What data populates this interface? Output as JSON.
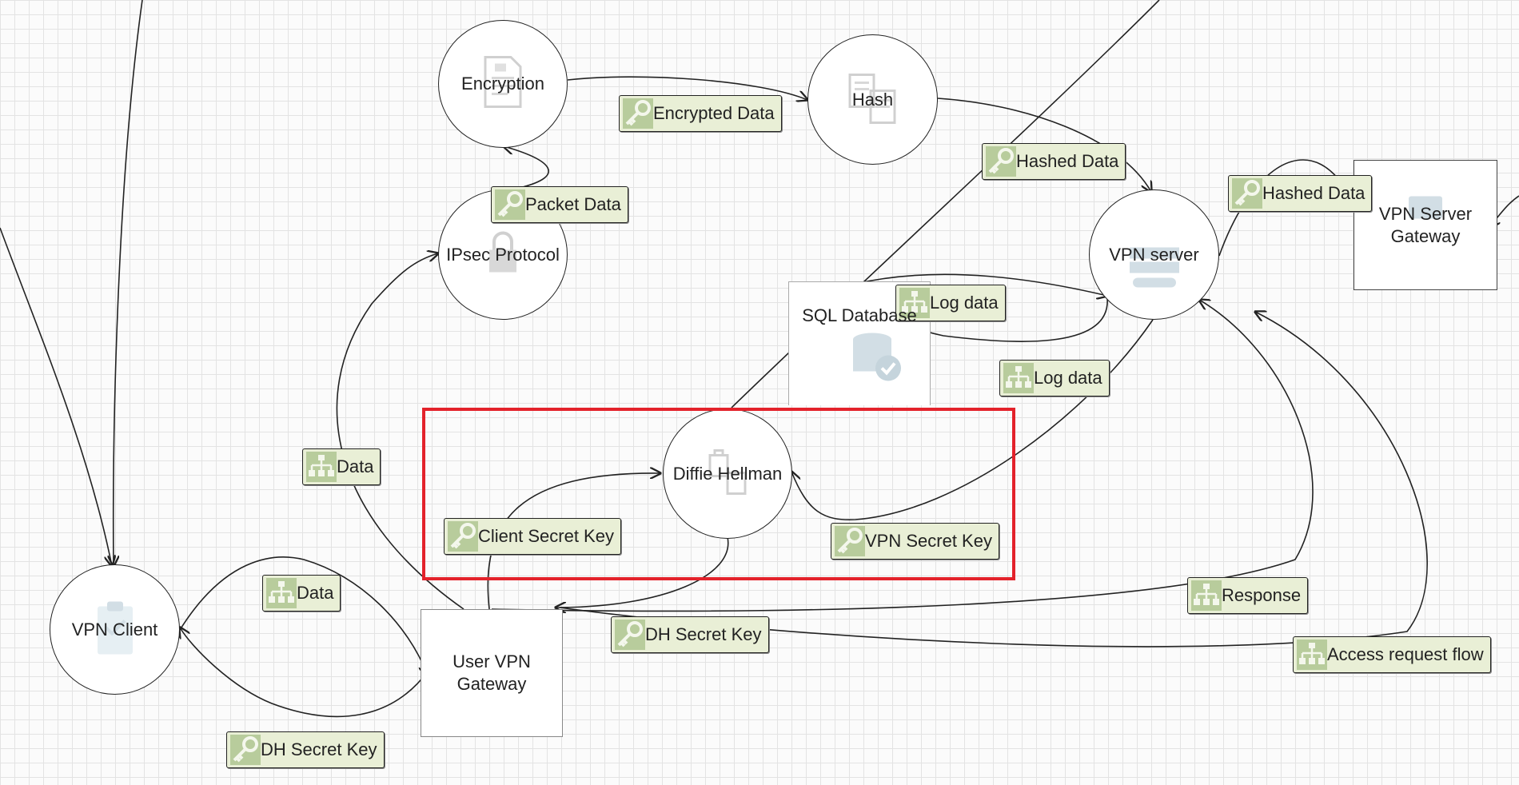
{
  "colors": {
    "boundary": "#e3222b",
    "flow_bg": "#e9efd6",
    "icon": "#9db8c6",
    "flow_icon": "#8fae6e"
  },
  "nodes": {
    "encryption": {
      "label": "Encryption",
      "icon": "document-lock-icon"
    },
    "hash": {
      "label": "Hash",
      "icon": "hash-document-icon"
    },
    "ipsec": {
      "label": "IPsec Protocol",
      "icon": "lock-icon"
    },
    "vpn_server": {
      "label": "VPN server",
      "icon": "server-icon"
    },
    "vpn_server_gateway": {
      "label": "VPN Server\nGateway",
      "icon": "gateway-icon"
    },
    "sql_database": {
      "label": "SQL Database",
      "icon": "database-icon"
    },
    "diffie_hellman": {
      "label": "Diffie Hellman",
      "icon": "key-exchange-icon"
    },
    "vpn_client": {
      "label": "VPN Client",
      "icon": "clipboard-icon"
    },
    "user_vpn_gateway": {
      "label": "User VPN\nGateway"
    }
  },
  "flows": {
    "encrypted_data": {
      "label": "Encrypted Data",
      "icon": "key-icon"
    },
    "hashed_data_1": {
      "label": "Hashed Data",
      "icon": "key-icon"
    },
    "hashed_data_2": {
      "label": "Hashed Data",
      "icon": "key-icon"
    },
    "packet_data": {
      "label": "Packet Data",
      "icon": "key-icon"
    },
    "log_data_1": {
      "label": "Log data",
      "icon": "hierarchy-icon"
    },
    "log_data_2": {
      "label": "Log data",
      "icon": "hierarchy-icon"
    },
    "data_1": {
      "label": "Data",
      "icon": "hierarchy-icon"
    },
    "data_2": {
      "label": "Data",
      "icon": "hierarchy-icon"
    },
    "client_secret_key": {
      "label": "Client Secret Key",
      "icon": "key-icon"
    },
    "vpn_secret_key": {
      "label": "VPN Secret Key",
      "icon": "key-icon"
    },
    "dh_secret_key_1": {
      "label": "DH Secret Key",
      "icon": "key-icon"
    },
    "dh_secret_key_2": {
      "label": "DH Secret Key",
      "icon": "key-icon"
    },
    "response": {
      "label": "Response",
      "icon": "hierarchy-icon"
    },
    "access_request_flow": {
      "label": "Access request flow",
      "icon": "hierarchy-icon"
    }
  }
}
